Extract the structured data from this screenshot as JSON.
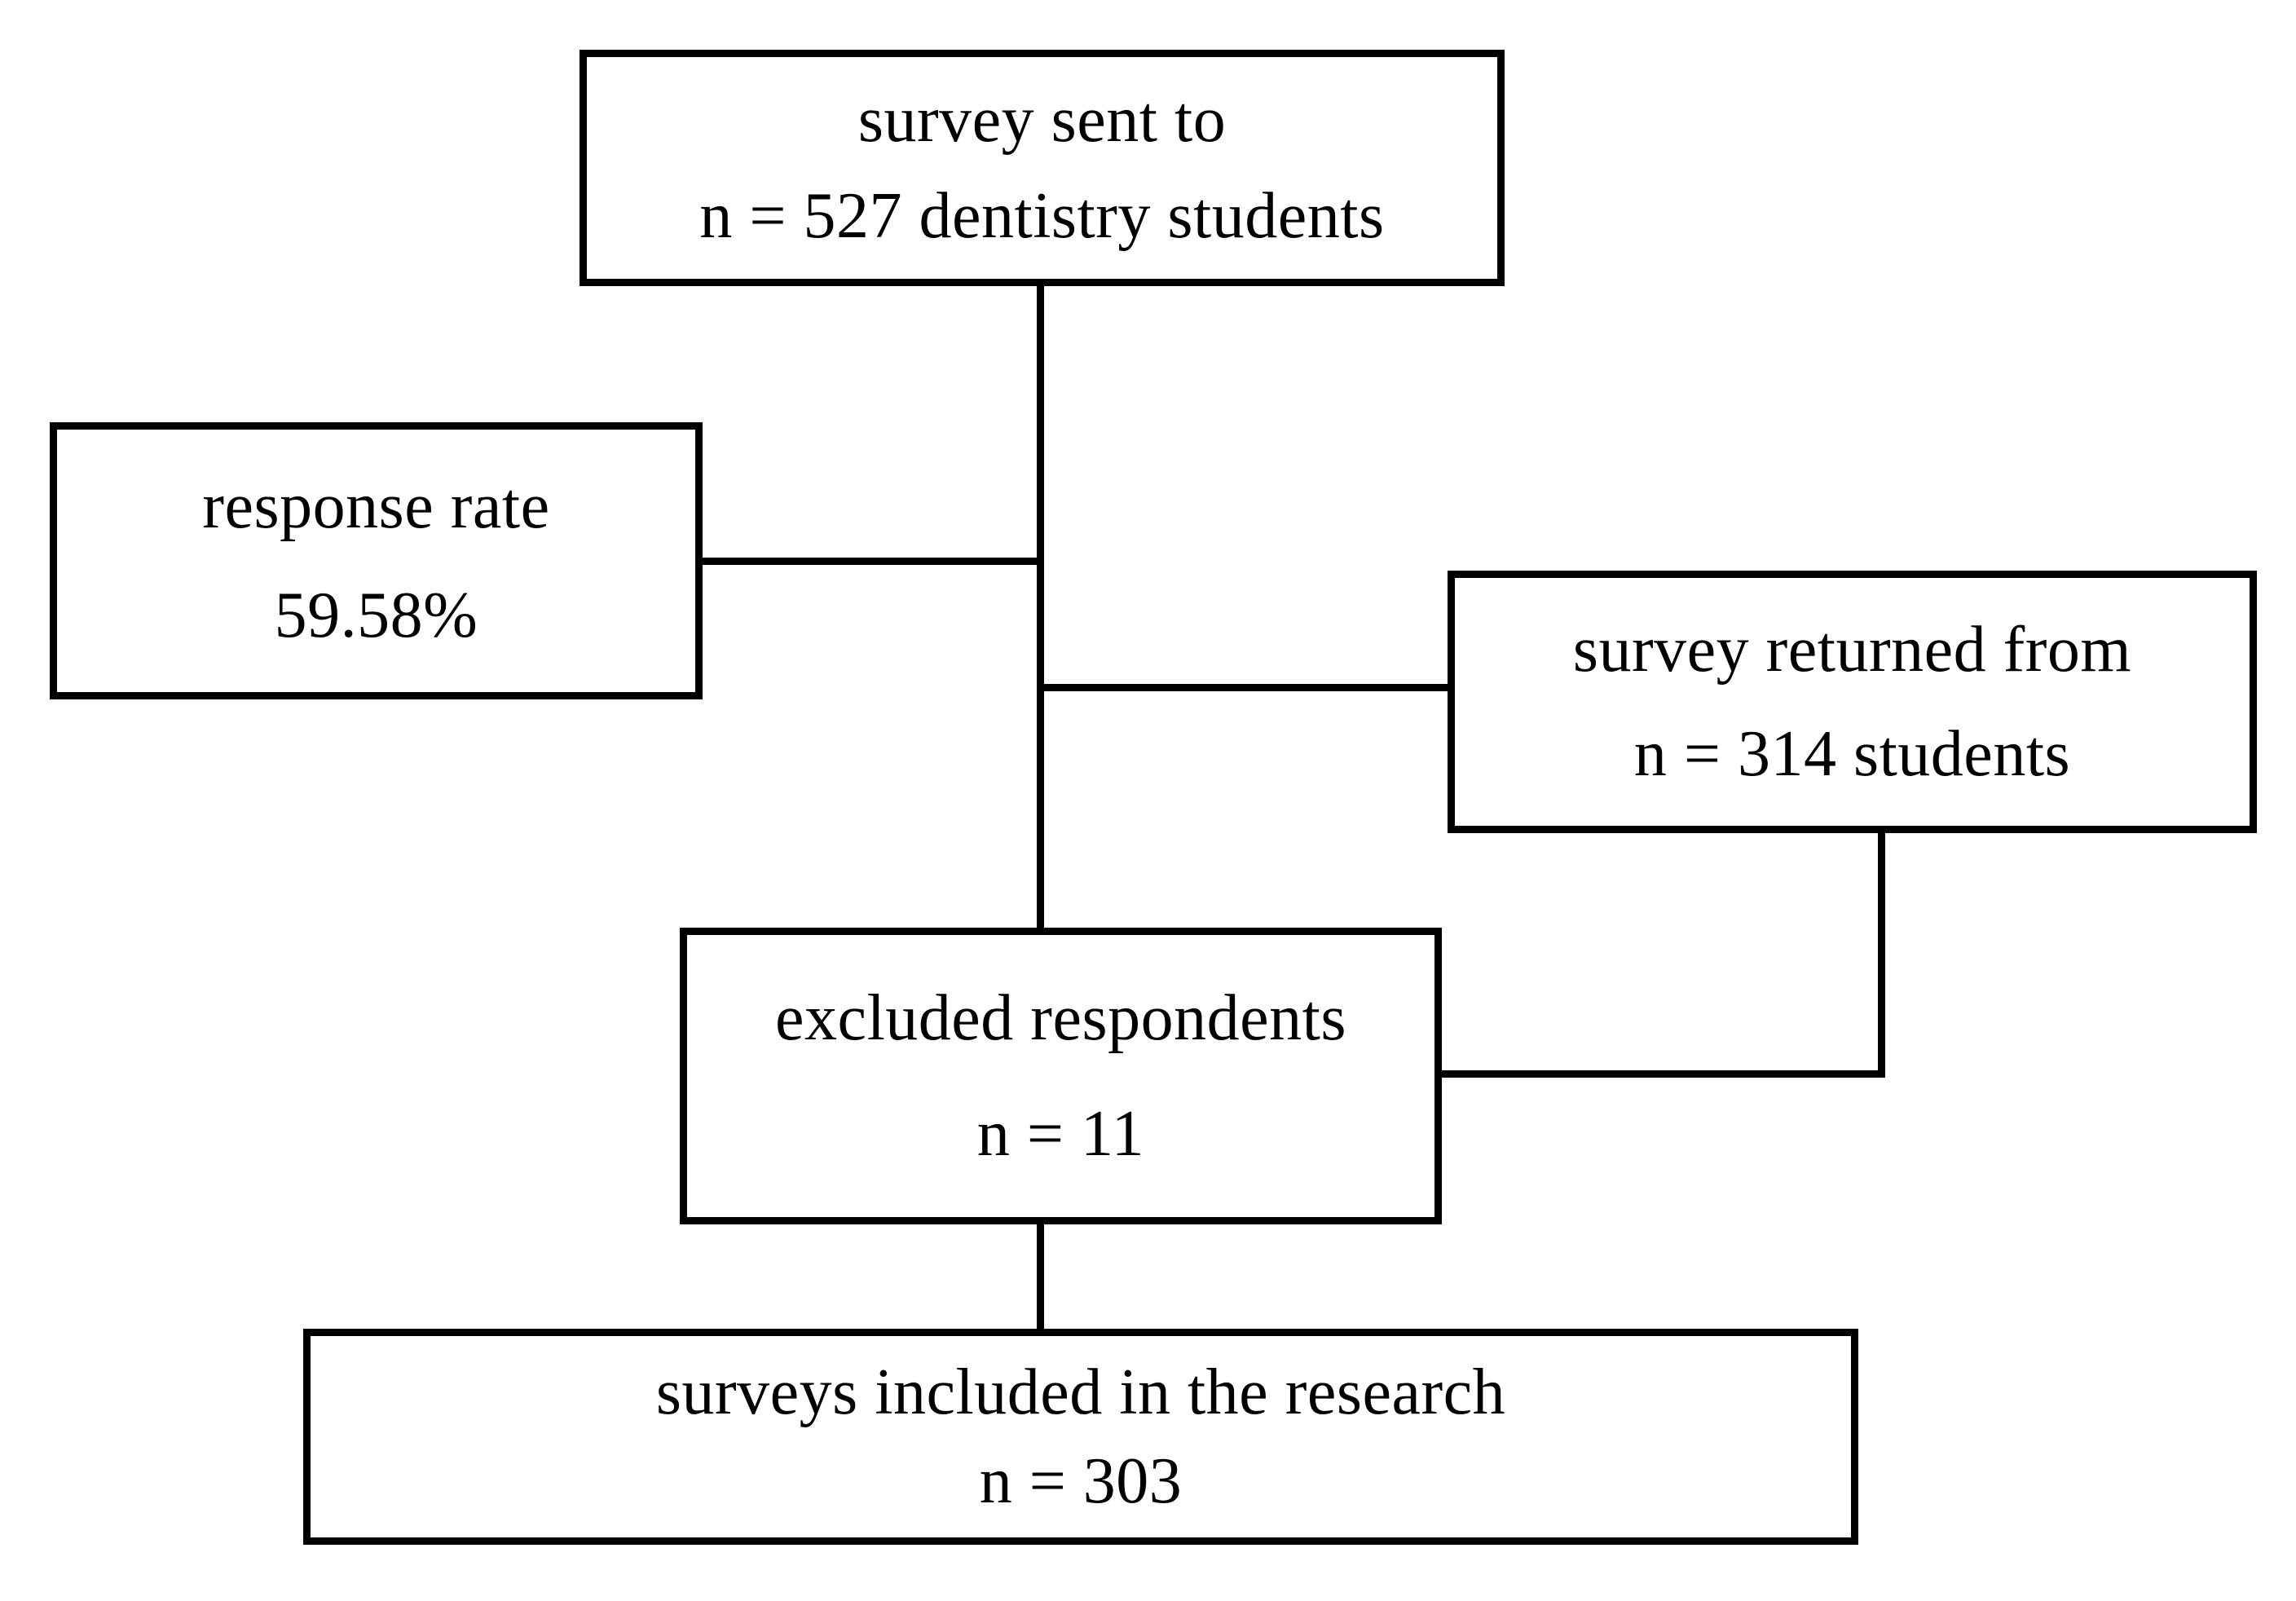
{
  "figure": {
    "type": "flowchart",
    "background_color": "#ffffff",
    "line_color": "#000000",
    "boxes": {
      "sent": {
        "line1": "survey sent to",
        "line2": "n = 527 dentistry students"
      },
      "rate": {
        "line1": "response rate",
        "line2": "59.58%"
      },
      "returned": {
        "line1": "survey returned from",
        "line2": "n = 314 students"
      },
      "excluded": {
        "line1": "excluded respondents",
        "line2": "n = 11"
      },
      "included": {
        "line1": "surveys included in the research",
        "line2": "n = 303"
      }
    }
  }
}
